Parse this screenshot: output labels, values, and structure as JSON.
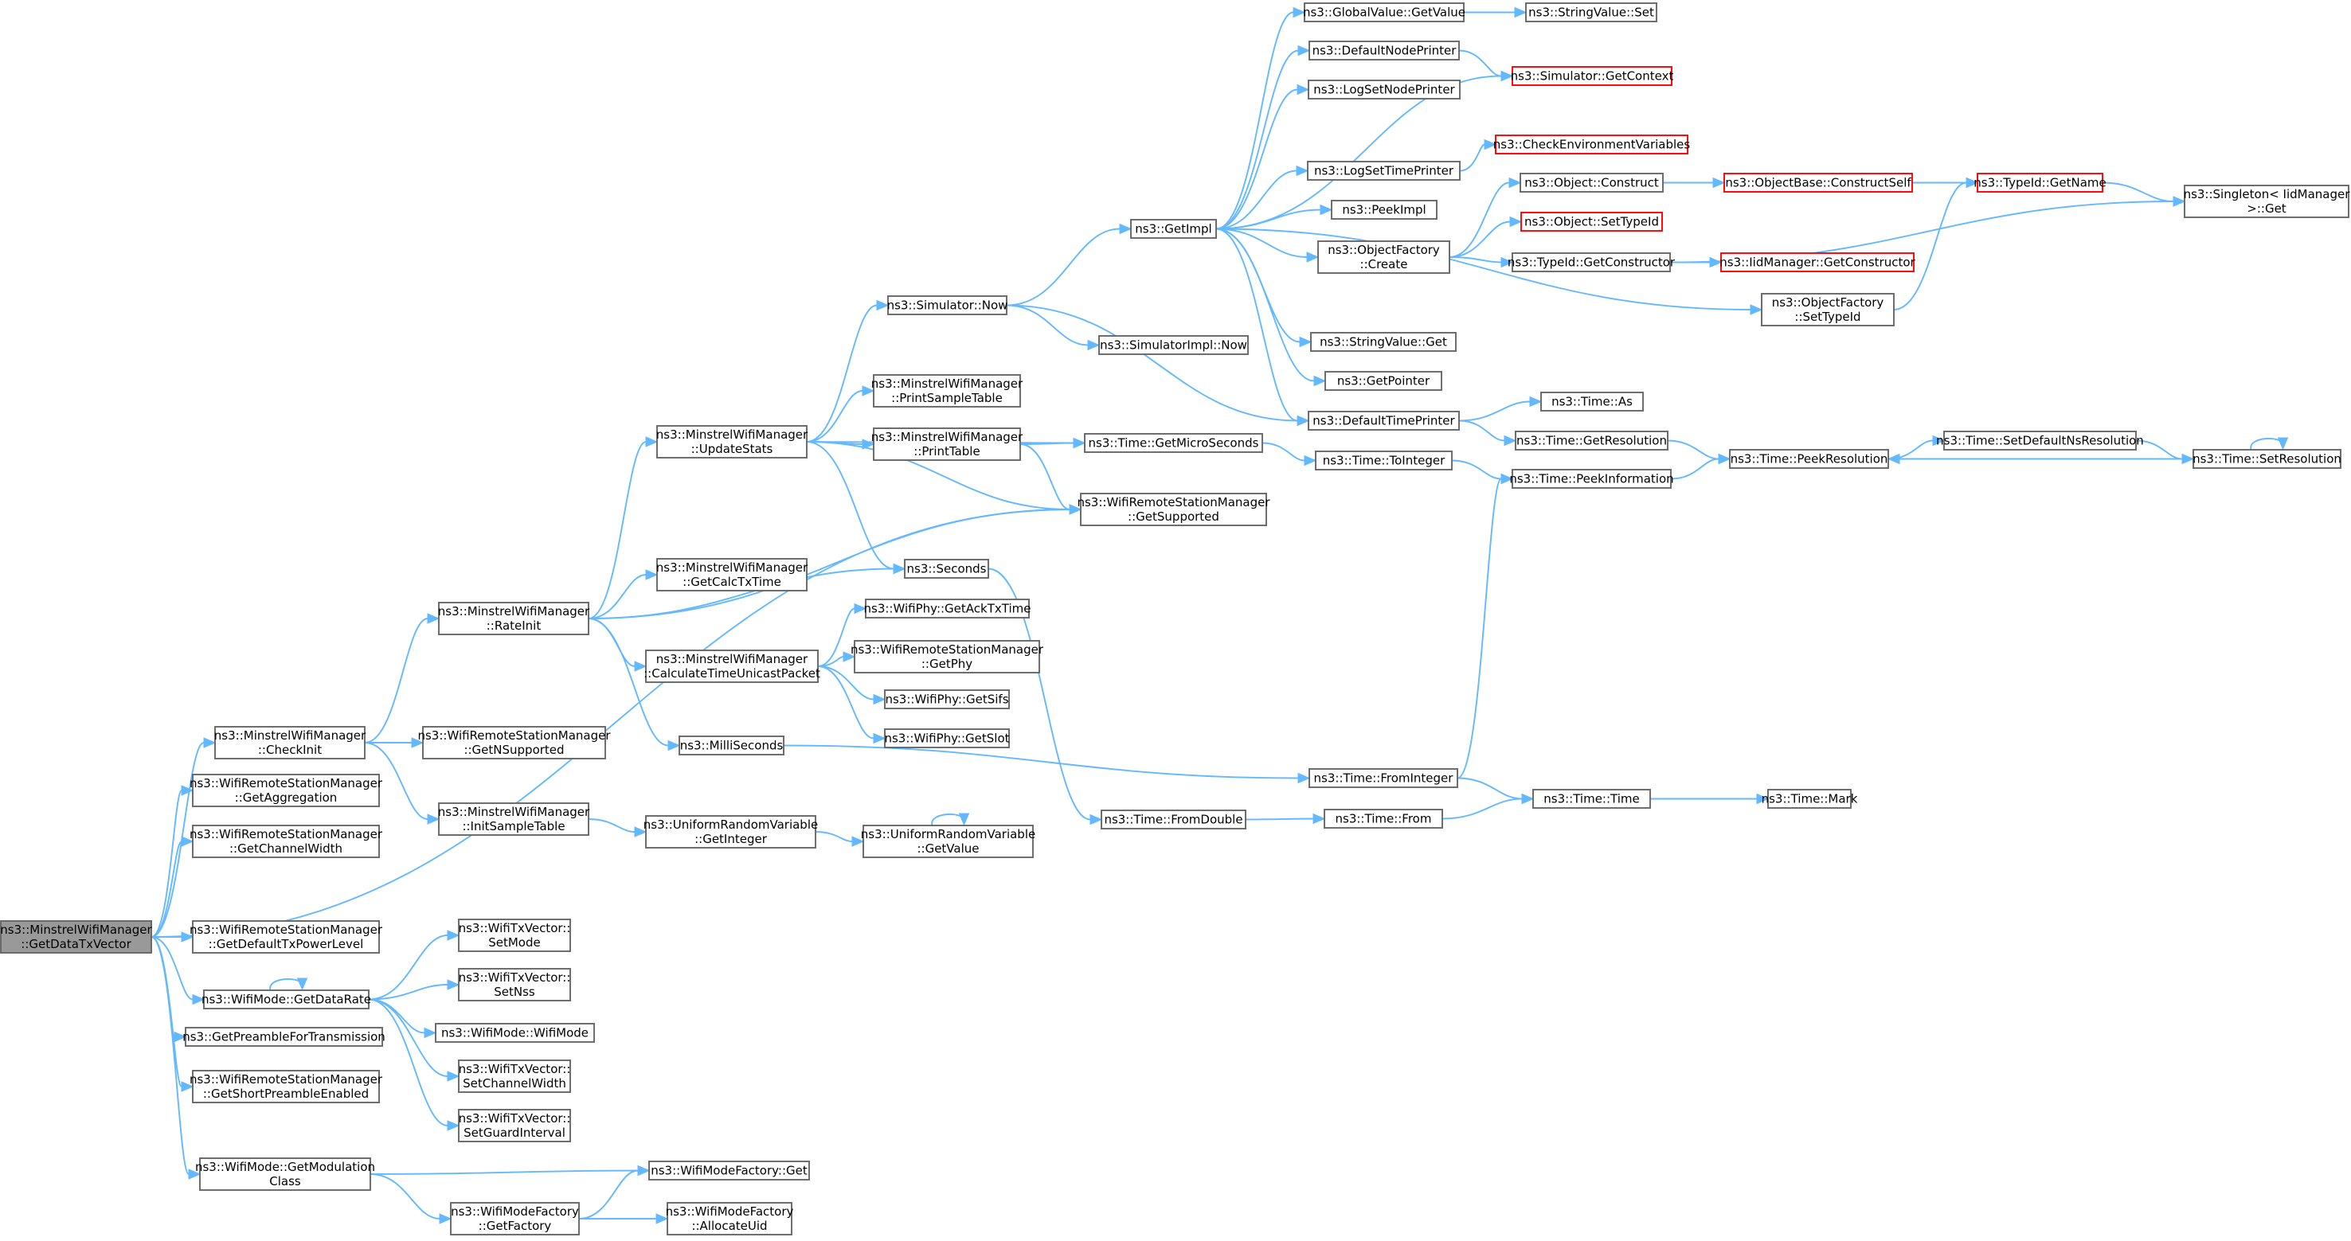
{
  "diagram": {
    "colors": {
      "edge": "#63b8ff",
      "truncated_border": "#ff0000",
      "root_fill": "#999999",
      "box_border": "#666666"
    },
    "nodes": [
      {
        "id": "root",
        "lines": [
          "ns3::MinstrelWifiManager",
          "::GetDataTxVector"
        ],
        "root": true
      },
      {
        "id": "checkinit",
        "lines": [
          "ns3::MinstrelWifiManager",
          "::CheckInit"
        ]
      },
      {
        "id": "getaggr",
        "lines": [
          "ns3::WifiRemoteStationManager",
          "::GetAggregation"
        ]
      },
      {
        "id": "getchw",
        "lines": [
          "ns3::WifiRemoteStationManager",
          "::GetChannelWidth"
        ]
      },
      {
        "id": "getdeftx",
        "lines": [
          "ns3::WifiRemoteStationManager",
          "::GetDefaultTxPowerLevel"
        ]
      },
      {
        "id": "getdatarate",
        "lines": [
          "ns3::WifiMode::GetDataRate"
        ]
      },
      {
        "id": "getpreamble",
        "lines": [
          "ns3::GetPreambleForTransmission"
        ]
      },
      {
        "id": "getshortpre",
        "lines": [
          "ns3::WifiRemoteStationManager",
          "::GetShortPreambleEnabled"
        ]
      },
      {
        "id": "getmodclass",
        "lines": [
          "ns3::WifiMode::GetModulation",
          "Class"
        ]
      },
      {
        "id": "rateinit",
        "lines": [
          "ns3::MinstrelWifiManager",
          "::RateInit"
        ]
      },
      {
        "id": "getnsupp",
        "lines": [
          "ns3::WifiRemoteStationManager",
          "::GetNSupported"
        ]
      },
      {
        "id": "initsample",
        "lines": [
          "ns3::MinstrelWifiManager",
          "::InitSampleTable"
        ]
      },
      {
        "id": "setmode",
        "lines": [
          "ns3::WifiTxVector::",
          "SetMode"
        ]
      },
      {
        "id": "setnss",
        "lines": [
          "ns3::WifiTxVector::",
          "SetNss"
        ]
      },
      {
        "id": "wifimode",
        "lines": [
          "ns3::WifiMode::WifiMode"
        ]
      },
      {
        "id": "setchw",
        "lines": [
          "ns3::WifiTxVector::",
          "SetChannelWidth"
        ]
      },
      {
        "id": "setgi",
        "lines": [
          "ns3::WifiTxVector::",
          "SetGuardInterval"
        ]
      },
      {
        "id": "wmfget",
        "lines": [
          "ns3::WifiModeFactory::Get"
        ]
      },
      {
        "id": "getfactory",
        "lines": [
          "ns3::WifiModeFactory",
          "::GetFactory"
        ]
      },
      {
        "id": "allocuid",
        "lines": [
          "ns3::WifiModeFactory",
          "::AllocateUid"
        ]
      },
      {
        "id": "updatestats",
        "lines": [
          "ns3::MinstrelWifiManager",
          "::UpdateStats"
        ]
      },
      {
        "id": "getcalc",
        "lines": [
          "ns3::MinstrelWifiManager",
          "::GetCalcTxTime"
        ]
      },
      {
        "id": "calctime",
        "lines": [
          "ns3::MinstrelWifiManager",
          "::CalculateTimeUnicastPacket"
        ]
      },
      {
        "id": "millisec",
        "lines": [
          "ns3::MilliSeconds"
        ]
      },
      {
        "id": "seconds",
        "lines": [
          "ns3::Seconds"
        ]
      },
      {
        "id": "uniget",
        "lines": [
          "ns3::UniformRandomVariable",
          "::GetInteger"
        ]
      },
      {
        "id": "unigetval",
        "lines": [
          "ns3::UniformRandomVariable",
          "::GetValue"
        ]
      },
      {
        "id": "simnow",
        "lines": [
          "ns3::Simulator::Now"
        ]
      },
      {
        "id": "printsample",
        "lines": [
          "ns3::MinstrelWifiManager",
          "::PrintSampleTable"
        ]
      },
      {
        "id": "printtable",
        "lines": [
          "ns3::MinstrelWifiManager",
          "::PrintTable"
        ]
      },
      {
        "id": "getacktx",
        "lines": [
          "ns3::WifiPhy::GetAckTxTime"
        ]
      },
      {
        "id": "getphy",
        "lines": [
          "ns3::WifiRemoteStationManager",
          "::GetPhy"
        ]
      },
      {
        "id": "getsifs",
        "lines": [
          "ns3::WifiPhy::GetSifs"
        ]
      },
      {
        "id": "getslot",
        "lines": [
          "ns3::WifiPhy::GetSlot"
        ]
      },
      {
        "id": "getimpl",
        "lines": [
          "ns3::GetImpl"
        ]
      },
      {
        "id": "simimplnow",
        "lines": [
          "ns3::SimulatorImpl::Now"
        ]
      },
      {
        "id": "getmicro",
        "lines": [
          "ns3::Time::GetMicroSeconds"
        ]
      },
      {
        "id": "getsupported",
        "lines": [
          "ns3::WifiRemoteStationManager",
          "::GetSupported"
        ]
      },
      {
        "id": "fromdouble",
        "lines": [
          "ns3::Time::FromDouble"
        ]
      },
      {
        "id": "gvgetvalue",
        "lines": [
          "ns3::GlobalValue::GetValue"
        ]
      },
      {
        "id": "defnodeprinter",
        "lines": [
          "ns3::DefaultNodePrinter"
        ]
      },
      {
        "id": "logsetnode",
        "lines": [
          "ns3::LogSetNodePrinter"
        ]
      },
      {
        "id": "logsettime",
        "lines": [
          "ns3::LogSetTimePrinter"
        ]
      },
      {
        "id": "peekimpl",
        "lines": [
          "ns3::PeekImpl"
        ]
      },
      {
        "id": "objfactcreate",
        "lines": [
          "ns3::ObjectFactory",
          "::Create"
        ]
      },
      {
        "id": "svget",
        "lines": [
          "ns3::StringValue::Get"
        ]
      },
      {
        "id": "getpointer",
        "lines": [
          "ns3::GetPointer"
        ]
      },
      {
        "id": "deftimeprinter",
        "lines": [
          "ns3::DefaultTimePrinter"
        ]
      },
      {
        "id": "tointeger",
        "lines": [
          "ns3::Time::ToInteger"
        ]
      },
      {
        "id": "frominteger",
        "lines": [
          "ns3::Time::FromInteger"
        ]
      },
      {
        "id": "timefrom",
        "lines": [
          "ns3::Time::From"
        ]
      },
      {
        "id": "svset",
        "lines": [
          "ns3::StringValue::Set"
        ]
      },
      {
        "id": "simgetctx",
        "lines": [
          "ns3::Simulator::GetContext"
        ],
        "truncated": true
      },
      {
        "id": "checkenv",
        "lines": [
          "ns3::CheckEnvironmentVariables"
        ],
        "truncated": true
      },
      {
        "id": "objconstruct",
        "lines": [
          "ns3::Object::Construct"
        ]
      },
      {
        "id": "objsettypeid",
        "lines": [
          "ns3::Object::SetTypeId"
        ],
        "truncated": true
      },
      {
        "id": "typeidgetctor",
        "lines": [
          "ns3::TypeId::GetConstructor"
        ]
      },
      {
        "id": "objfactsettype",
        "lines": [
          "ns3::ObjectFactory",
          "::SetTypeId"
        ]
      },
      {
        "id": "timeas",
        "lines": [
          "ns3::Time::As"
        ]
      },
      {
        "id": "getres",
        "lines": [
          "ns3::Time::GetResolution"
        ]
      },
      {
        "id": "peekinfo",
        "lines": [
          "ns3::Time::PeekInformation"
        ]
      },
      {
        "id": "timetime",
        "lines": [
          "ns3::Time::Time"
        ]
      },
      {
        "id": "objbasector",
        "lines": [
          "ns3::ObjectBase::ConstructSelf"
        ],
        "truncated": true
      },
      {
        "id": "iidgetctor",
        "lines": [
          "ns3::IidManager::GetConstructor"
        ],
        "truncated": true
      },
      {
        "id": "peekres",
        "lines": [
          "ns3::Time::PeekResolution"
        ]
      },
      {
        "id": "timemark",
        "lines": [
          "ns3::Time::Mark"
        ]
      },
      {
        "id": "typeidgetname",
        "lines": [
          "ns3::TypeId::GetName"
        ],
        "truncated": true
      },
      {
        "id": "setdefns",
        "lines": [
          "ns3::Time::SetDefaultNsResolution"
        ]
      },
      {
        "id": "singletonget",
        "lines": [
          "ns3::Singleton< IidManager",
          ">::Get"
        ]
      },
      {
        "id": "setres",
        "lines": [
          "ns3::Time::SetResolution"
        ]
      }
    ]
  }
}
